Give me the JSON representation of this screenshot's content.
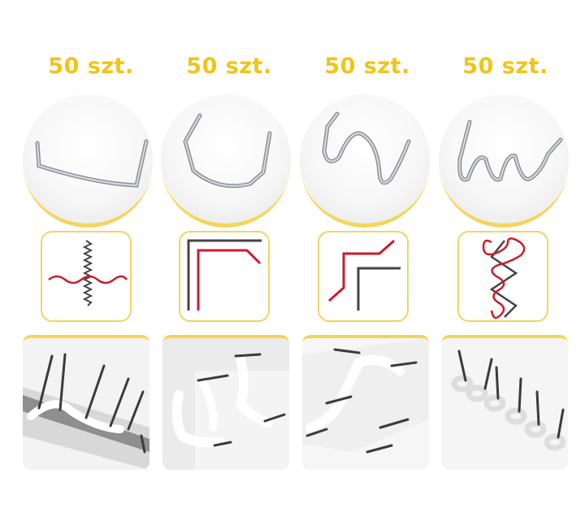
{
  "colors": {
    "accent_yellow": "#f0c419",
    "wire_red": "#d0192c",
    "wire_dark": "#4a4a4a",
    "steel": "#b9bcc1"
  },
  "products": [
    {
      "quantity_label": "50 szt.",
      "shape_icon": "flat-staple-icon",
      "diagram_icon": "butt-joint-diagram-icon",
      "photo_icon": "butt-joint-repair-photo"
    },
    {
      "quantity_label": "50 szt.",
      "shape_icon": "v-staple-icon",
      "diagram_icon": "inside-corner-diagram-icon",
      "photo_icon": "inside-corner-repair-photo"
    },
    {
      "quantity_label": "50 szt.",
      "shape_icon": "wave-staple-icon",
      "diagram_icon": "outside-corner-diagram-icon",
      "photo_icon": "outside-corner-repair-photo"
    },
    {
      "quantity_label": "50 szt.",
      "shape_icon": "double-wave-staple-icon",
      "diagram_icon": "zigzag-tab-diagram-icon",
      "photo_icon": "tab-repair-photo"
    }
  ]
}
